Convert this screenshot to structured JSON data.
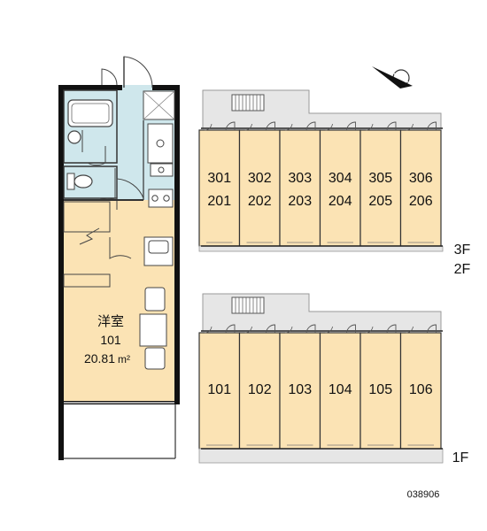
{
  "unit_plan": {
    "room_type": "洋室",
    "room_number": "101",
    "area_value": "20.81",
    "area_unit": "m²"
  },
  "floors": {
    "upper": {
      "labels": [
        "3F",
        "2F"
      ],
      "units": [
        {
          "top": "301",
          "bottom": "201"
        },
        {
          "top": "302",
          "bottom": "202"
        },
        {
          "top": "303",
          "bottom": "203"
        },
        {
          "top": "304",
          "bottom": "204"
        },
        {
          "top": "305",
          "bottom": "205"
        },
        {
          "top": "306",
          "bottom": "206"
        }
      ]
    },
    "ground": {
      "labels": [
        "1F"
      ],
      "units": [
        "101",
        "102",
        "103",
        "104",
        "105",
        "106"
      ]
    }
  },
  "property_code": "038906",
  "colors": {
    "room_fill": "#fbe3b4",
    "wet_fill": "#cfe7ec",
    "annex_fill": "#e6e6e6",
    "wall": "#111111",
    "compass_accent": "#111111"
  },
  "icons": [
    "north-arrow-icon",
    "stairs-icon",
    "door-swing-icon",
    "toilet-icon",
    "bathtub-icon",
    "sink-icon",
    "stove-icon"
  ]
}
